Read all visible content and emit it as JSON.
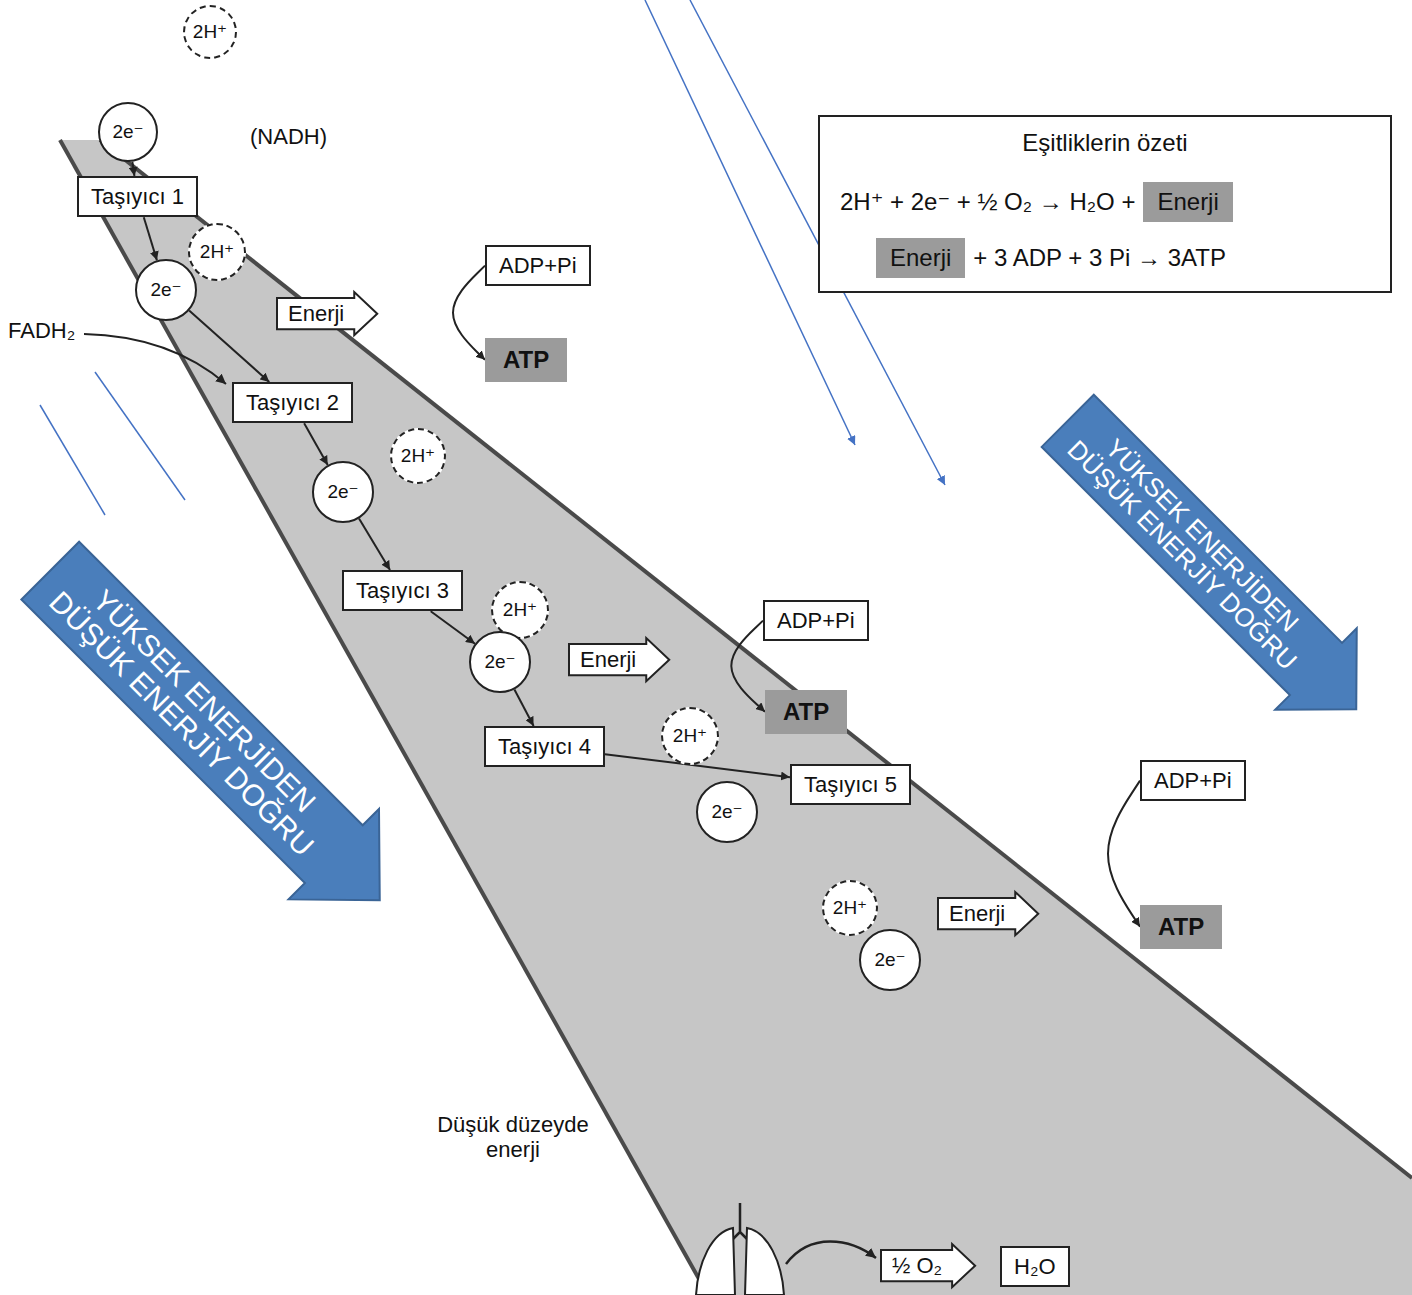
{
  "diagram": {
    "nodes": [
      {
        "text": [
          "2H⁺"
        ]
      },
      {
        "text": [
          "2e⁻"
        ]
      },
      {
        "text": [
          "Taşıyıcı 1"
        ]
      },
      {
        "text": [
          "2H⁺"
        ]
      },
      {
        "text": [
          "2e⁻"
        ]
      },
      {
        "text": [
          "Enerji"
        ]
      },
      {
        "text": [
          "ADP+Pi"
        ]
      },
      {
        "text": [
          "ATP"
        ]
      },
      {
        "text": [
          "Taşıyıcı 2"
        ]
      },
      {
        "text": [
          "2H⁺"
        ]
      },
      {
        "text": [
          "2e⁻"
        ]
      },
      {
        "text": [
          "Taşıyıcı 3"
        ]
      },
      {
        "text": [
          "2H⁺"
        ]
      },
      {
        "text": [
          "2e⁻"
        ]
      },
      {
        "text": [
          "Enerji"
        ]
      },
      {
        "text": [
          "ADP+Pi"
        ]
      },
      {
        "text": [
          "ATP"
        ]
      },
      {
        "text": [
          "2H⁺"
        ]
      },
      {
        "text": [
          "Taşıyıcı 4"
        ]
      },
      {
        "text": [
          "2e⁻"
        ]
      },
      {
        "text": [
          "Taşıyıcı 5"
        ]
      },
      {
        "text": [
          "ADP+Pi"
        ]
      },
      {
        "text": [
          "2H⁺"
        ]
      },
      {
        "text": [
          "Enerji"
        ]
      },
      {
        "text": [
          "ATP"
        ]
      },
      {
        "text": [
          "2e⁻"
        ]
      },
      {
        "text": [
          "½ O₂"
        ]
      },
      {
        "text": [
          "H₂O"
        ]
      },
      {
        "text": [
          "Eşitliklerin özeti"
        ]
      },
      {
        "text": [
          "Enerji"
        ],
        "in": 28
      },
      {
        "text": [
          "Enerji"
        ],
        "in": 28
      },
      {
        "text": [
          "YÜKSEK ENERJİDEN DÜŞÜK ENERJİY DOĞRU"
        ]
      },
      {
        "text": [
          "YÜKSEK ENERJİDEN DÜŞÜK ENERJİY DOĞRU"
        ]
      }
    ],
    "edges": [
      {
        "from": 1,
        "to": 2,
        "arrow": "to"
      },
      {
        "from": 2,
        "to": 4,
        "arrow": "to"
      },
      {
        "from": 4,
        "to": 8,
        "arrow": "to"
      },
      {
        "from": 8,
        "to": 10,
        "arrow": "to"
      },
      {
        "from": 10,
        "to": 11,
        "arrow": "to"
      },
      {
        "from": 11,
        "to": 13,
        "arrow": "to"
      },
      {
        "from": 13,
        "to": 18,
        "arrow": "to"
      },
      {
        "from": 18,
        "to": 20,
        "arrow": "to"
      },
      {
        "from": 6,
        "to": 7,
        "arrow": "to"
      },
      {
        "from": 15,
        "to": 16,
        "arrow": "to"
      },
      {
        "from": 21,
        "to": 24,
        "arrow": "to"
      }
    ],
    "labels": [
      "(NADH)",
      "FADH₂",
      "2H⁺ + 2e⁻ + ½ O₂ → H₂O +",
      "+ 3 ADP + 3 Pi → 3ATP",
      "Düşük düzeyde enerji"
    ]
  }
}
